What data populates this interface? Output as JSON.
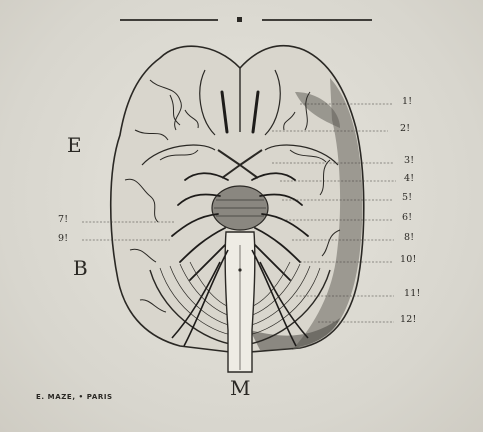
{
  "letters": {
    "e": "E",
    "b": "B",
    "m": "M"
  },
  "right_labels": [
    "1!",
    "2!",
    "3!",
    "4!",
    "5!",
    "6!",
    "8!",
    "10!",
    "11!",
    "12!"
  ],
  "left_labels": [
    "7!",
    "9!"
  ],
  "credit": "E. MAZE, • PARIS",
  "colors": {
    "ink": "#2a2824",
    "paper": "#dcdad2",
    "shade": "#4a4844"
  }
}
